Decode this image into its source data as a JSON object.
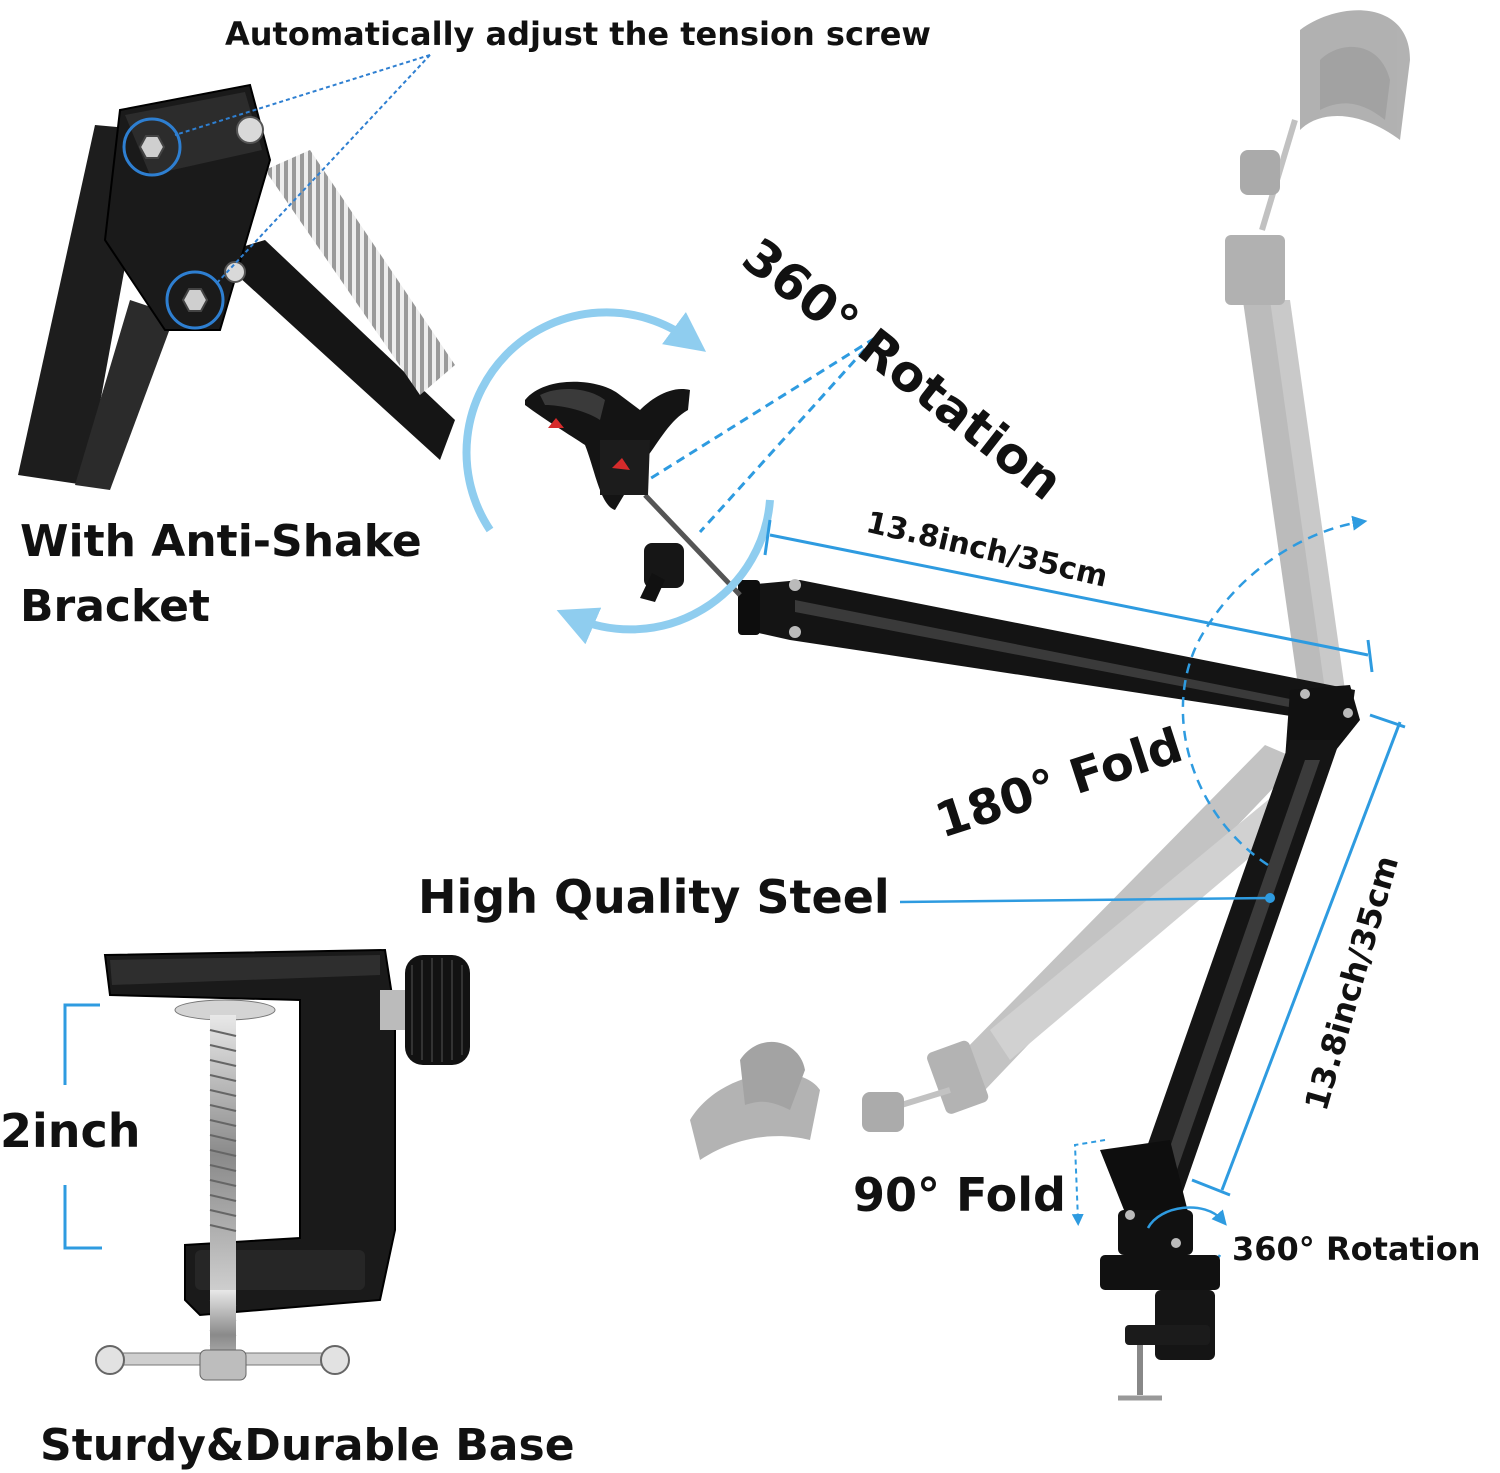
{
  "labels": {
    "tension_screw": "Automatically adjust the tension screw",
    "anti_shake_line1": "With Anti-Shake",
    "anti_shake_line2": "Bracket",
    "rotation_top": "360° Rotation",
    "upper_arm_length": "13.8inch/35cm",
    "lower_arm_length": "13.8inch/35cm",
    "fold_180": "180° Fold",
    "steel": "High Quality Steel",
    "clamp_opening": "2inch",
    "fold_90": "90° Fold",
    "rotation_base": "360° Rotation",
    "base": "Sturdy&Durable Base"
  },
  "colors": {
    "accent_blue": "#2e9be0",
    "light_blue": "#8fcdef",
    "metal_black": "#1a1a1a",
    "ghost_gray": "#a8a8a8"
  }
}
